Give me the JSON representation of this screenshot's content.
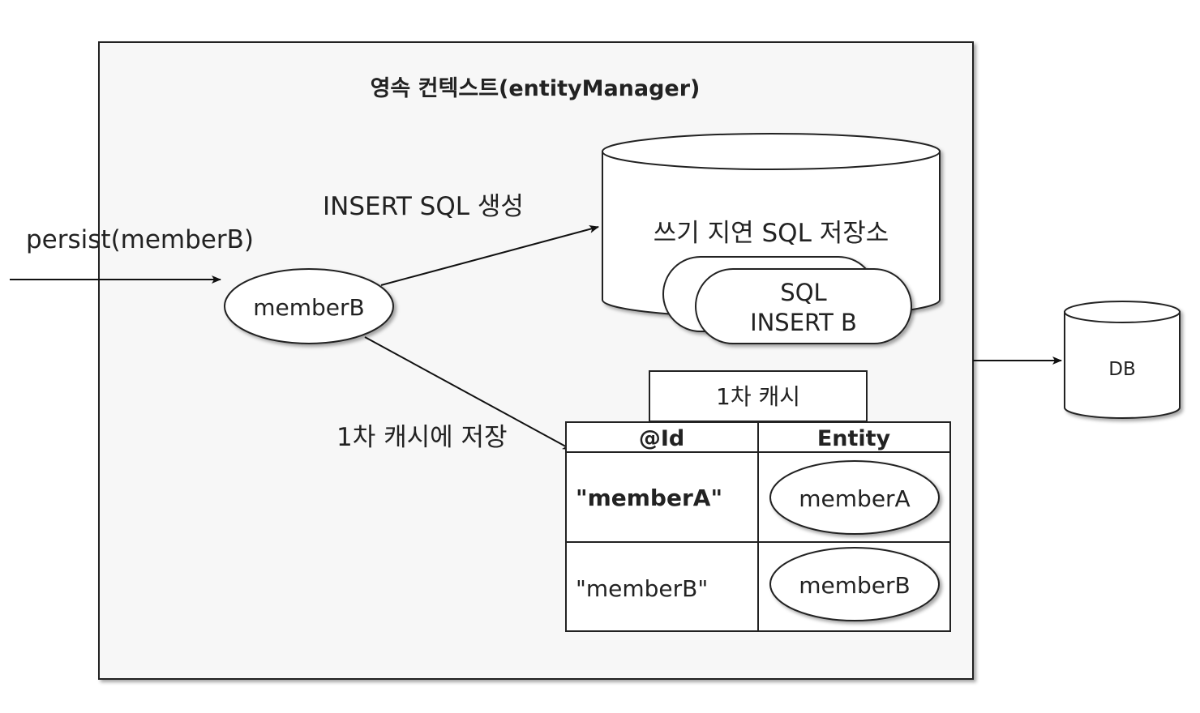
{
  "context": {
    "title": "영속 컨텍스트(entityManager)"
  },
  "input": {
    "call_label": "persist(memberB)"
  },
  "entity": {
    "label": "memberB"
  },
  "flows": {
    "to_sql_store": "INSERT SQL 생성",
    "to_cache": "1차 캐시에 저장"
  },
  "sql_store": {
    "label": "쓰기 지연 SQL 저장소",
    "query_line1": "SQL",
    "query_line2": "INSERT B"
  },
  "cache": {
    "title": "1차 캐시",
    "columns": [
      "@Id",
      "Entity"
    ],
    "rows": [
      {
        "id": "\"memberA\"",
        "entity": "memberA"
      },
      {
        "id": "\"memberB\"",
        "entity": "memberB"
      }
    ]
  },
  "db": {
    "label": "DB"
  }
}
